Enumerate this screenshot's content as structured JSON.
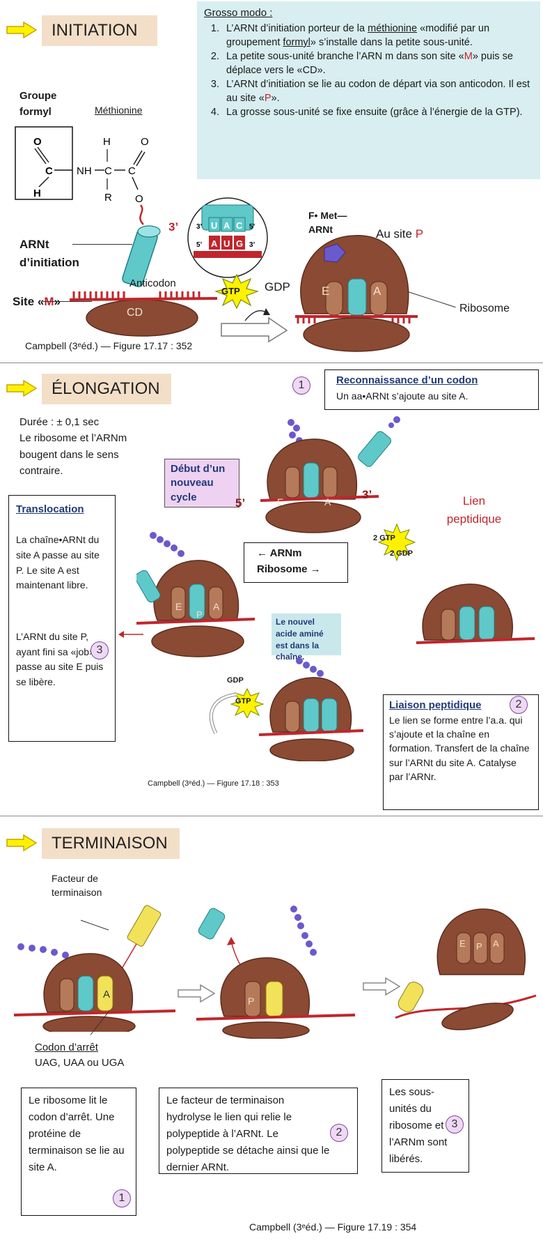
{
  "initiation": {
    "title": "INITIATION",
    "grosso_title": "Grosso modo :",
    "step1_a": "L’ARNt d’initiation porteur de la ",
    "step1_u1": "méthionine",
    "step1_b": " «modifié par un groupement ",
    "step1_u2": "formyl",
    "step1_c": "» s’installe dans la petite sous-unité.",
    "step2_a": "La petite sous-unité branche l’ARN m dans son site «",
    "step2_m": "M",
    "step2_b": "» puis se déplace vers le «CD».",
    "step3_a": " L’ARNt d’initiation se lie au codon de départ via son anticodon. Il est au site «",
    "step3_p": "P",
    "step3_b": "».",
    "step4": "La grosse sous-unité se fixe ensuite (grâce à l’énergie de la GTP).",
    "groupe_formyl": "Groupe formyl",
    "methionine": "Méthionine",
    "chem_o1": "O",
    "chem_c": "C",
    "chem_h": "H",
    "chem_nh": "NH",
    "chem_h2": "H",
    "chem_c2": "C",
    "chem_r": "R",
    "chem_c3": "C",
    "chem_o2": "O",
    "chem_o3": "O",
    "arnt_label": "ARNt d’initiation",
    "three_prime": "3’",
    "anticodon": "Anticodon",
    "site_m_a": "Site «",
    "site_m_m": "M",
    "site_m_b": "»",
    "cd": "CD",
    "codon_top": [
      "U",
      "A",
      "C"
    ],
    "codon_bottom": [
      "A",
      "U",
      "G"
    ],
    "prime3": "3’",
    "prime5": "5’",
    "gtp": "GTP",
    "gdp": "GDP",
    "fmet": "F• Met— ARNt",
    "au_site": "Au site ",
    "au_site_p": "P",
    "e": "E",
    "a": "A",
    "ribosome": "Ribosome",
    "campbell": "Campbell (3ᵉéd.) — Figure 17.17 : 352"
  },
  "elongation": {
    "title": "ÉLONGATION",
    "recon_num": "1",
    "recon_title": "Reconnaissance d’un codon",
    "recon_text": "Un aa•ARNt  s’ajoute au site A.",
    "duree": "Durée : ± 0,1 sec",
    "duree2": "Le ribosome et l’ARNm bougent dans le sens contraire.",
    "debut": "Début d’un nouveau cycle",
    "five_prime": "5’",
    "three_prime": "3’",
    "lien": "Lien peptidique",
    "two_gtp": "2 GTP",
    "two_gdp": "2 GDP",
    "arnm": "← ARNm",
    "ribosome": "Ribosome →",
    "transloc_title": "Translocation",
    "transloc_p1": "La chaîne•ARNt du site A passe au site P. Le site A est maintenant libre.",
    "transloc_num": "3",
    "transloc_p2": "L’ARNt du site P, ayant fini sa «job», passe au site E puis se libère.",
    "nouvel": "Le nouvel acide aminé est dans la chaîne.",
    "gdp": "GDP",
    "gtp": "GTP",
    "liaison_title": "Liaison peptidique",
    "liaison_num": "2",
    "liaison_text": "Le lien se forme entre l’a.a. qui s’ajoute et la chaîne en formation. Transfert de la chaîne sur l’ARNt du site A. Catalyse par l’ARNr.",
    "campbell": "Campbell (3ᵉéd.) — Figure 17.18 : 353",
    "site_e": "E",
    "site_p": "P",
    "site_a": "A"
  },
  "terminaison": {
    "title": "TERMINAISON",
    "facteur": "Facteur de terminaison",
    "a": "A",
    "p": "P",
    "e": "E",
    "codon_arret": "Codon d’arrêt",
    "codons": "UAG, UAA ou UGA",
    "box1": "Le ribosome lit le codon d’arrêt. Une protéine de terminaison se lie au site A.",
    "box1_num": "1",
    "box2": "Le facteur de terminaison hydrolyse le lien qui relie le polypeptide à l’ARNt. Le polypeptide se détache ainsi que le dernier ARNt.",
    "box2_num": "2",
    "box3": "Les sous-unités du ribosome et l’ARNm sont libérés.",
    "box3_num": "3",
    "campbell": "Campbell (3ᵉéd.) — Figure 17.19 : 354"
  }
}
